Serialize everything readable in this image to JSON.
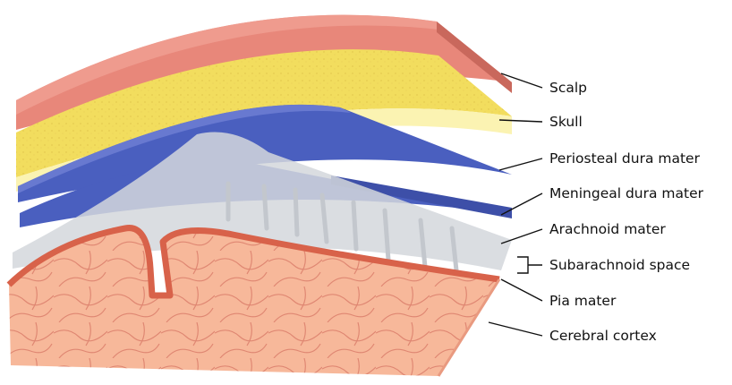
{
  "figure": {
    "labels": [
      {
        "id": "scalp",
        "text": "Scalp"
      },
      {
        "id": "skull",
        "text": "Skull"
      },
      {
        "id": "periosteal",
        "text": "Periosteal dura mater"
      },
      {
        "id": "meningeal",
        "text": "Meningeal dura mater"
      },
      {
        "id": "arachnoid",
        "text": "Arachnoid mater"
      },
      {
        "id": "subarachnoid",
        "text": "Subarachnoid space"
      },
      {
        "id": "pia",
        "text": "Pia mater"
      },
      {
        "id": "cortex",
        "text": "Cerebral cortex"
      }
    ],
    "colors": {
      "scalp": "#e8877a",
      "skull": "#f2dd5e",
      "dura": "#4a5fbf",
      "arachnoid": "#d4d7dc",
      "pia": "#d8624a",
      "cortex": "#f7b89a"
    }
  }
}
